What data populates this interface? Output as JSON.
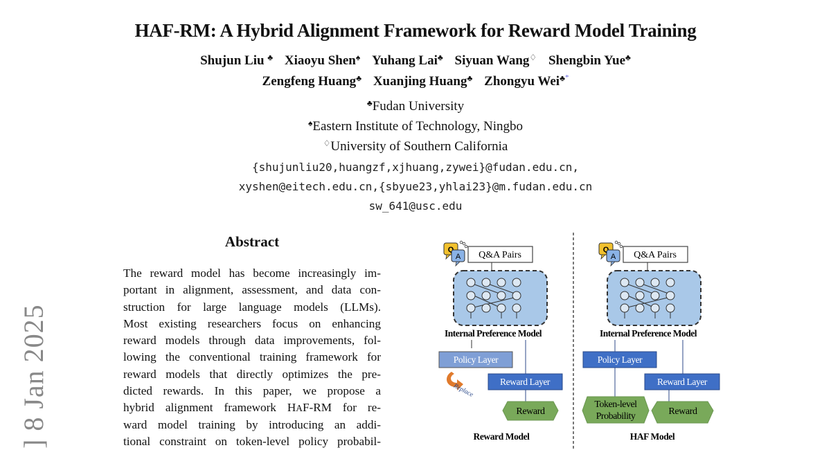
{
  "paper": {
    "title": "HAF-RM: A Hybrid Alignment Framework for Reward Model Training",
    "authors_line1": [
      {
        "name": "Shujun Liu",
        "mark": "♣"
      },
      {
        "name": "Xiaoyu Shen",
        "mark": "♠"
      },
      {
        "name": "Yuhang Lai",
        "mark": "♣"
      },
      {
        "name": "Siyuan Wang",
        "mark": "♢"
      },
      {
        "name": "Shengbin Yue",
        "mark": "♣"
      }
    ],
    "authors_line2": [
      {
        "name": "Zengfeng Huang",
        "mark": "♣"
      },
      {
        "name": "Xuanjing Huang",
        "mark": "♣"
      },
      {
        "name": "Zhongyu Wei",
        "mark": "♣",
        "corresponding": "*"
      }
    ],
    "affiliations": [
      {
        "mark": "♣",
        "name": "Fudan University"
      },
      {
        "mark": "♠",
        "name": "Eastern Institute of Technology, Ningbo"
      },
      {
        "mark": "♢",
        "name": "University of Southern California"
      }
    ],
    "emails": [
      "{shujunliu20,huangzf,xjhuang,zywei}@fudan.edu.cn,",
      "xyshen@eitech.edu.cn,{sbyue23,yhlai23}@m.fudan.edu.cn",
      "sw_641@usc.edu"
    ],
    "arxiv_stamp": "] 8 Jan 2025",
    "abstract": {
      "heading": "Abstract",
      "lines": [
        "The reward model has become increasingly im-",
        "portant in alignment, assessment, and data con-",
        "struction for large language models (LLMs).",
        "Most existing researchers focus on enhancing",
        "reward models through data improvements, fol-",
        "lowing the conventional training framework for",
        "reward models that directly optimizes the pre-",
        "dicted rewards.  In this paper, we propose a",
        "hybrid alignment framework HAF-RM for re-",
        "ward model training by introducing an addi-",
        "tional constraint on token-level policy probabil-"
      ]
    }
  },
  "figure": {
    "left_panel": {
      "input_label": "Q&A Pairs",
      "q_glyph": "Q",
      "a_glyph": "A",
      "model_label": "Internal Preference Model",
      "policy_layer": "Policy Layer",
      "reward_layer": "Reward Layer",
      "replace_label": "Replace",
      "output_reward": "Reward",
      "caption": "Reward Model"
    },
    "right_panel": {
      "input_label": "Q&A Pairs",
      "q_glyph": "Q",
      "a_glyph": "A",
      "model_label": "Internal Preference Model",
      "policy_layer": "Policy Layer",
      "reward_layer": "Reward Layer",
      "output_token_line1": "Token-level",
      "output_token_line2": "Probability",
      "output_reward": "Reward",
      "caption": "HAF Model"
    },
    "colors": {
      "network_fill": "#a9c8e8",
      "node_fill": "#dde8f3",
      "policy_left": "#7f9fd6",
      "layer_dark": "#3f6fc6",
      "hex_green": "#79a95a",
      "replace_orange": "#e07a2c",
      "q_yellow": "#f2c12e",
      "a_blue": "#8ab2e6"
    }
  }
}
